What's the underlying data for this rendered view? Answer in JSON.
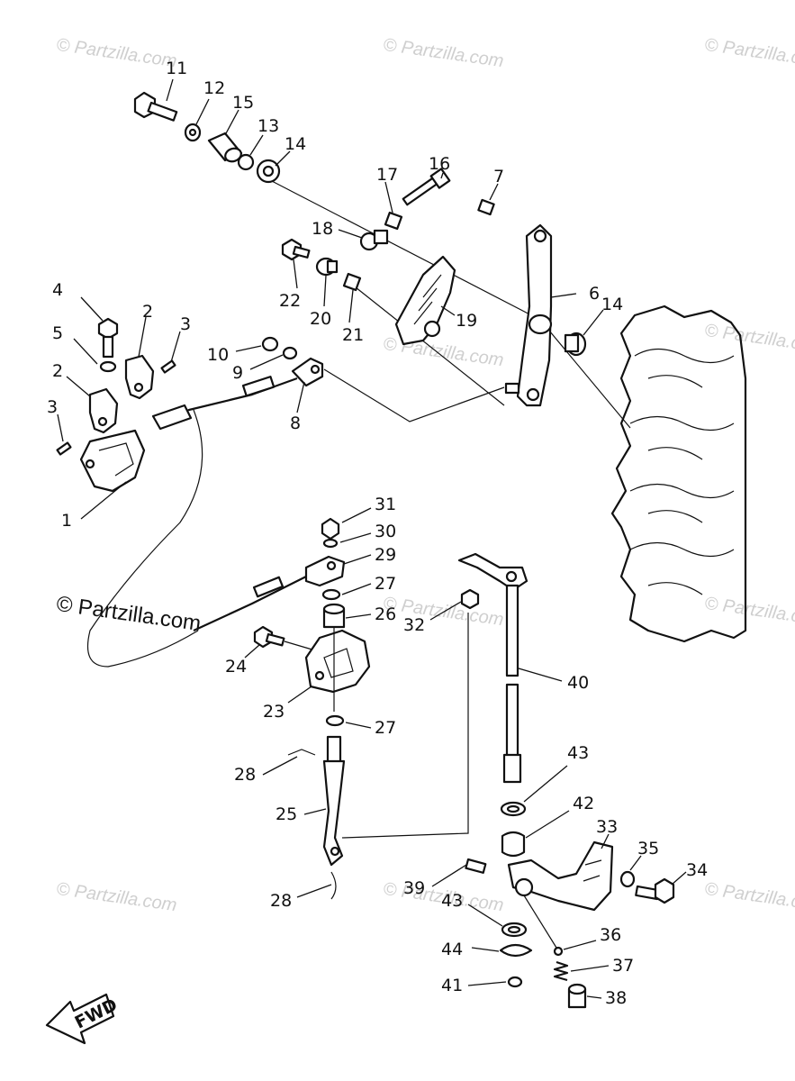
{
  "watermarks": {
    "small": "© Partzilla.com",
    "main": "© Partzilla.com"
  },
  "fwd_label": "FWD",
  "callouts": {
    "c1": "1",
    "c2a": "2",
    "c2b": "2",
    "c3a": "3",
    "c3b": "3",
    "c4": "4",
    "c5": "5",
    "c6": "6",
    "c7": "7",
    "c8": "8",
    "c9": "9",
    "c10": "10",
    "c11": "11",
    "c12": "12",
    "c13": "13",
    "c14a": "14",
    "c14b": "14",
    "c15": "15",
    "c16": "16",
    "c17": "17",
    "c18": "18",
    "c19": "19",
    "c20": "20",
    "c21": "21",
    "c22": "22",
    "c23": "23",
    "c24": "24",
    "c25": "25",
    "c26": "26",
    "c27a": "27",
    "c27b": "27",
    "c28a": "28",
    "c28b": "28",
    "c29": "29",
    "c30": "30",
    "c31": "31",
    "c32": "32",
    "c33": "33",
    "c34": "34",
    "c35": "35",
    "c36": "36",
    "c37": "37",
    "c38": "38",
    "c39": "39",
    "c40": "40",
    "c41": "41",
    "c42": "42",
    "c43a": "43",
    "c43b": "43",
    "c44": "44"
  }
}
